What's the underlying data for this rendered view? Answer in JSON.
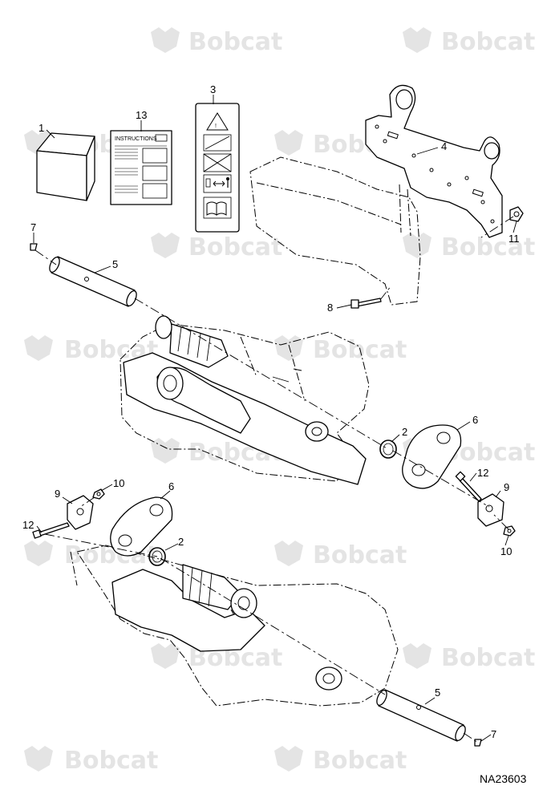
{
  "watermark": {
    "brand": "Bobcat",
    "color": "#e4e4e4"
  },
  "drawing_id": "NA23603",
  "instructions_sheet": {
    "title": "INSTRUCTIONS"
  },
  "callouts": {
    "c1": "1",
    "c2a": "2",
    "c2b": "2",
    "c3": "3",
    "c4": "4",
    "c5a": "5",
    "c5b": "5",
    "c6a": "6",
    "c6b": "6",
    "c7a": "7",
    "c7b": "7",
    "c8": "8",
    "c9a": "9",
    "c9b": "9",
    "c10a": "10",
    "c10b": "10",
    "c11": "11",
    "c12a": "12",
    "c12b": "12",
    "c13": "13"
  },
  "icons": {
    "kit_box": "box-icon",
    "decal": "warning-decal-icon",
    "manual": "book-icon"
  }
}
